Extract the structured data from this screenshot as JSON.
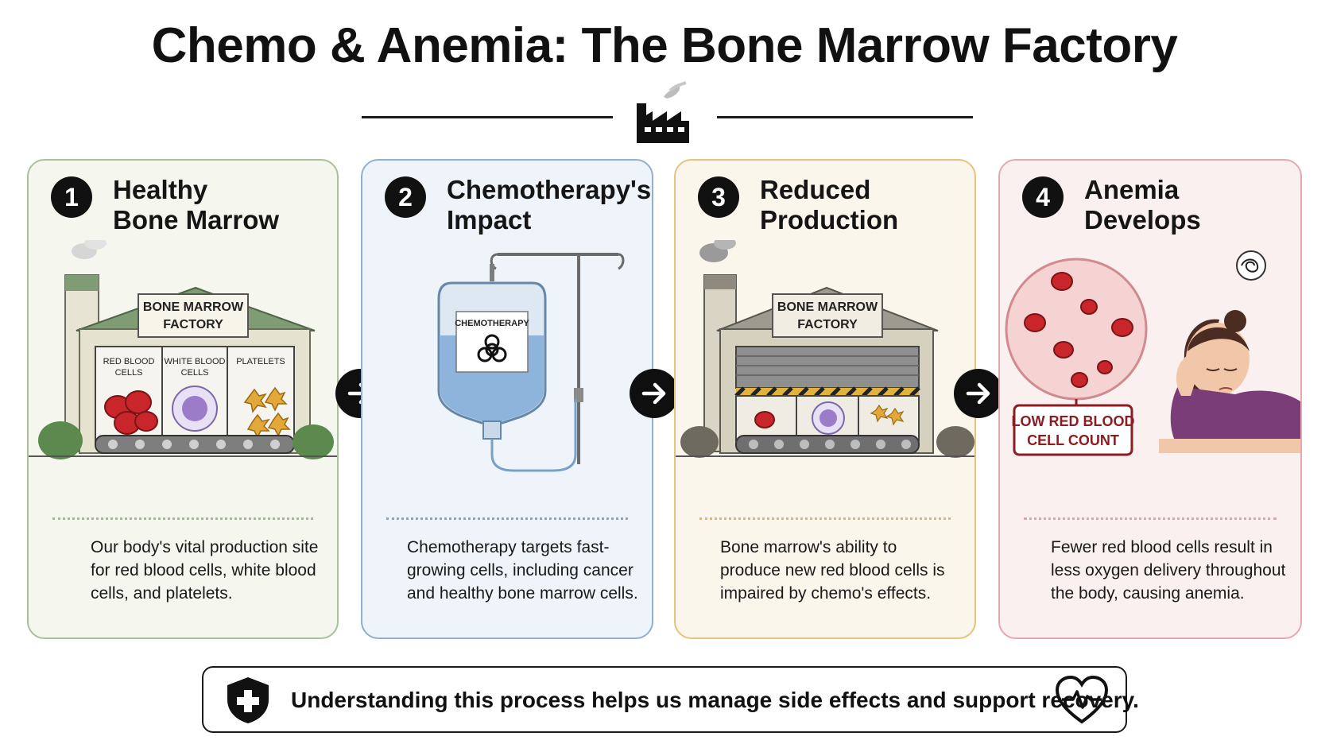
{
  "header": {
    "title": "Chemo & Anemia: The Bone Marrow Factory"
  },
  "steps": [
    {
      "number": "1",
      "title_line1": "Healthy",
      "title_line2": "Bone Marrow",
      "description": "Our body's vital production site for red blood cells, white blood cells, and platelets.",
      "factory_sign_line1": "BONE MARROW",
      "factory_sign_line2": "FACTORY",
      "bay_labels": [
        {
          "line1": "RED BLOOD",
          "line2": "CELLS"
        },
        {
          "line1": "WHITE BLOOD",
          "line2": "CELLS"
        },
        {
          "line1": "PLATELETS",
          "line2": ""
        }
      ]
    },
    {
      "number": "2",
      "title_line1": "Chemotherapy's",
      "title_line2": "Impact",
      "description": "Chemotherapy targets fast-growing cells, including cancer and healthy bone marrow cells.",
      "bag_label": "CHEMOTHERAPY"
    },
    {
      "number": "3",
      "title_line1": "Reduced",
      "title_line2": "Production",
      "description": "Bone marrow's ability to produce new red blood cells is impaired by chemo's effects.",
      "factory_sign_line1": "BONE MARROW",
      "factory_sign_line2": "FACTORY"
    },
    {
      "number": "4",
      "title_line1": "Anemia",
      "title_line2": "Develops",
      "description": "Fewer red blood cells result in less oxygen delivery throughout the body, causing anemia.",
      "callout_line1": "LOW RED BLOOD",
      "callout_line2": "CELL COUNT"
    }
  ],
  "footer": {
    "message": "Understanding this process helps us manage side effects and support recovery."
  },
  "icons": {
    "title": "factory-icon",
    "flow": "arrow-right-icon",
    "footer_left": "shield-plus-icon",
    "footer_right": "heart-pulse-icon"
  },
  "colors": {
    "panel1_border": "#a9c09a",
    "panel2_border": "#8fb0cf",
    "panel3_border": "#e7c27e",
    "panel4_border": "#e4a9af",
    "red_cell": "#c8262b",
    "white_cell": "#9b7cc9",
    "platelet": "#e2a93a"
  }
}
